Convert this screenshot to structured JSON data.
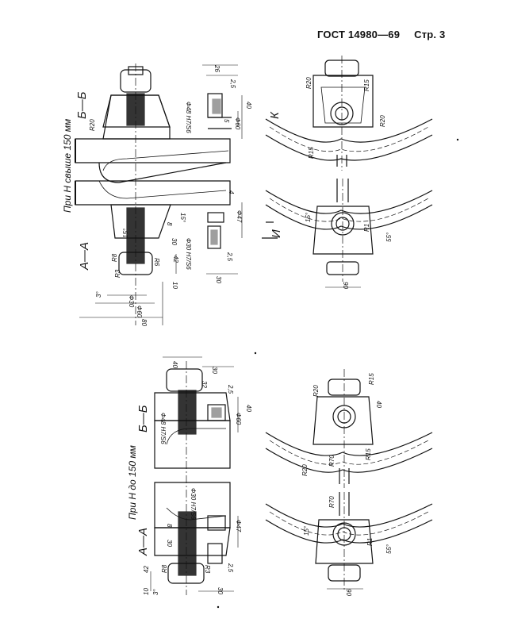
{
  "header": {
    "standard": "ГОСТ 14980—69",
    "page_label": "Стр. 3"
  },
  "upper": {
    "caption": "При H свыше 150 мм",
    "section_bb": "Б—Б",
    "section_aa": "А—А",
    "view_k": "К",
    "view_i": "И",
    "dims": [
      "26",
      "2,5",
      "40",
      "R20",
      "Ф48 H7/S6",
      "5",
      "Ф60",
      "4",
      "Ф47",
      "15°",
      "15°",
      "8",
      "30",
      "Ф30 H7/S6",
      "2,5",
      "42",
      "10",
      "R8",
      "R6",
      "30",
      "R3",
      "3°",
      "Ф60",
      "Ф30",
      "80",
      "R20",
      "R15",
      "R15",
      "R20",
      "15°",
      "55°",
      "R1",
      "90"
    ]
  },
  "lower": {
    "caption": "При H до 150 мм",
    "section_bb": "Б—Б",
    "section_aa": "А—А",
    "dims": [
      "40",
      "30",
      "32",
      "2,5",
      "Ф48 H7/S6",
      "Ф60",
      "40",
      "Ф30 H7/S6",
      "Ф47",
      "8",
      "30",
      "42",
      "R8",
      "R3",
      "2,5",
      "10",
      "3°",
      "30",
      "R20",
      "R15",
      "40",
      "R20",
      "R70",
      "R15",
      "R70",
      "15°",
      "55°",
      "R1",
      "90"
    ]
  }
}
